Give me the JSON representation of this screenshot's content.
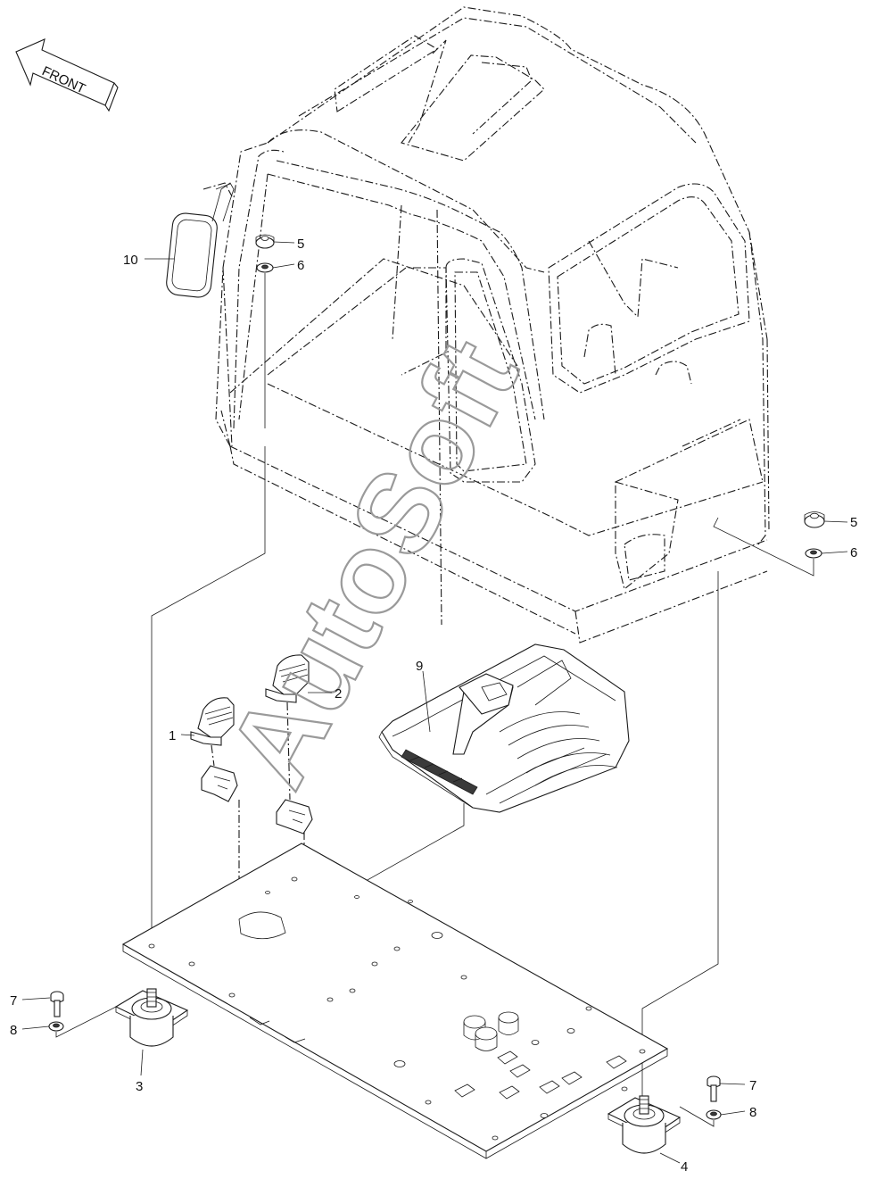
{
  "front_label": "FRONT",
  "watermark": "AutoSoft",
  "callouts": {
    "c1": "1",
    "c2": "2",
    "c3": "3",
    "c4": "4",
    "c5a": "5",
    "c5b": "5",
    "c6a": "6",
    "c6b": "6",
    "c7a": "7",
    "c7b": "7",
    "c8a": "8",
    "c8b": "8",
    "c9": "9",
    "c10": "10"
  }
}
